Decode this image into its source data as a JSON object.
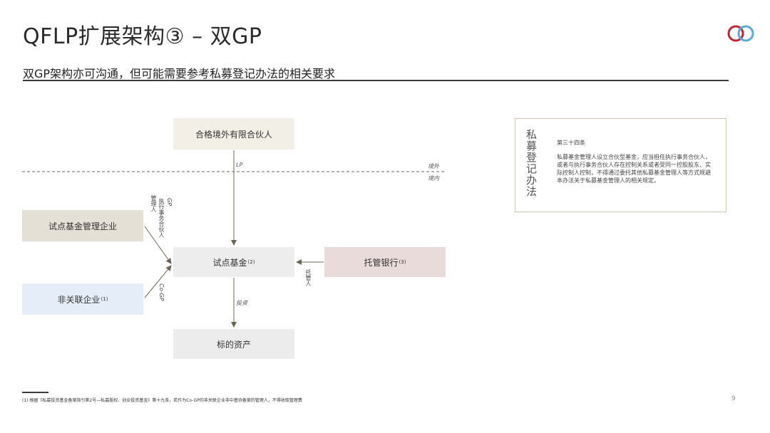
{
  "header": {
    "title": "QFLP扩展架构③ – 双GP",
    "subtitle": "双GP架构亦可沟通，但可能需要参考私募登记办法的相关要求"
  },
  "diagram": {
    "foreign_lp": "合格境外有限合伙人",
    "mgmt_company": "试点基金管理企业",
    "pilot_fund": "试点基金",
    "pilot_fund_sup": "(2)",
    "custodian": "托管银行",
    "custodian_sup": "(3)",
    "non_related": "非关联企业",
    "non_related_sup": "(1)",
    "target_assets": "标的资产",
    "label_lp": "LP",
    "label_offshore": "境外",
    "label_onshore": "境内",
    "label_gp_top": "GP",
    "label_exec_partner": "执行事务合伙人",
    "label_manager": "管理人",
    "label_co_gp": "Co-GP",
    "label_custodian": "托管人",
    "label_invest": "投资"
  },
  "note": {
    "title": "私募登记办法",
    "heading": "第三十四条",
    "body": "私募基金管理人设立合伙型基金，应当担任执行事务合伙人，或者与执行事务合伙人存在控制关系或者受同一控股股东、实际控制人控制，不得通过委托其他私募基金管理人等方式规避本办法关于私募基金管理人的相关规定。"
  },
  "footer": {
    "footnote": "(1) 根据《私募投资基金备案指引第2号—私募股权、创业投资基金》第十九条，若作为Co-GP的非关联企业非中基协备案的管理人，不得收取管理费",
    "page_number": "9"
  },
  "colors": {
    "logo_red": "#c4232f",
    "logo_blue": "#5aaad8",
    "arrow": "#6b6553"
  }
}
